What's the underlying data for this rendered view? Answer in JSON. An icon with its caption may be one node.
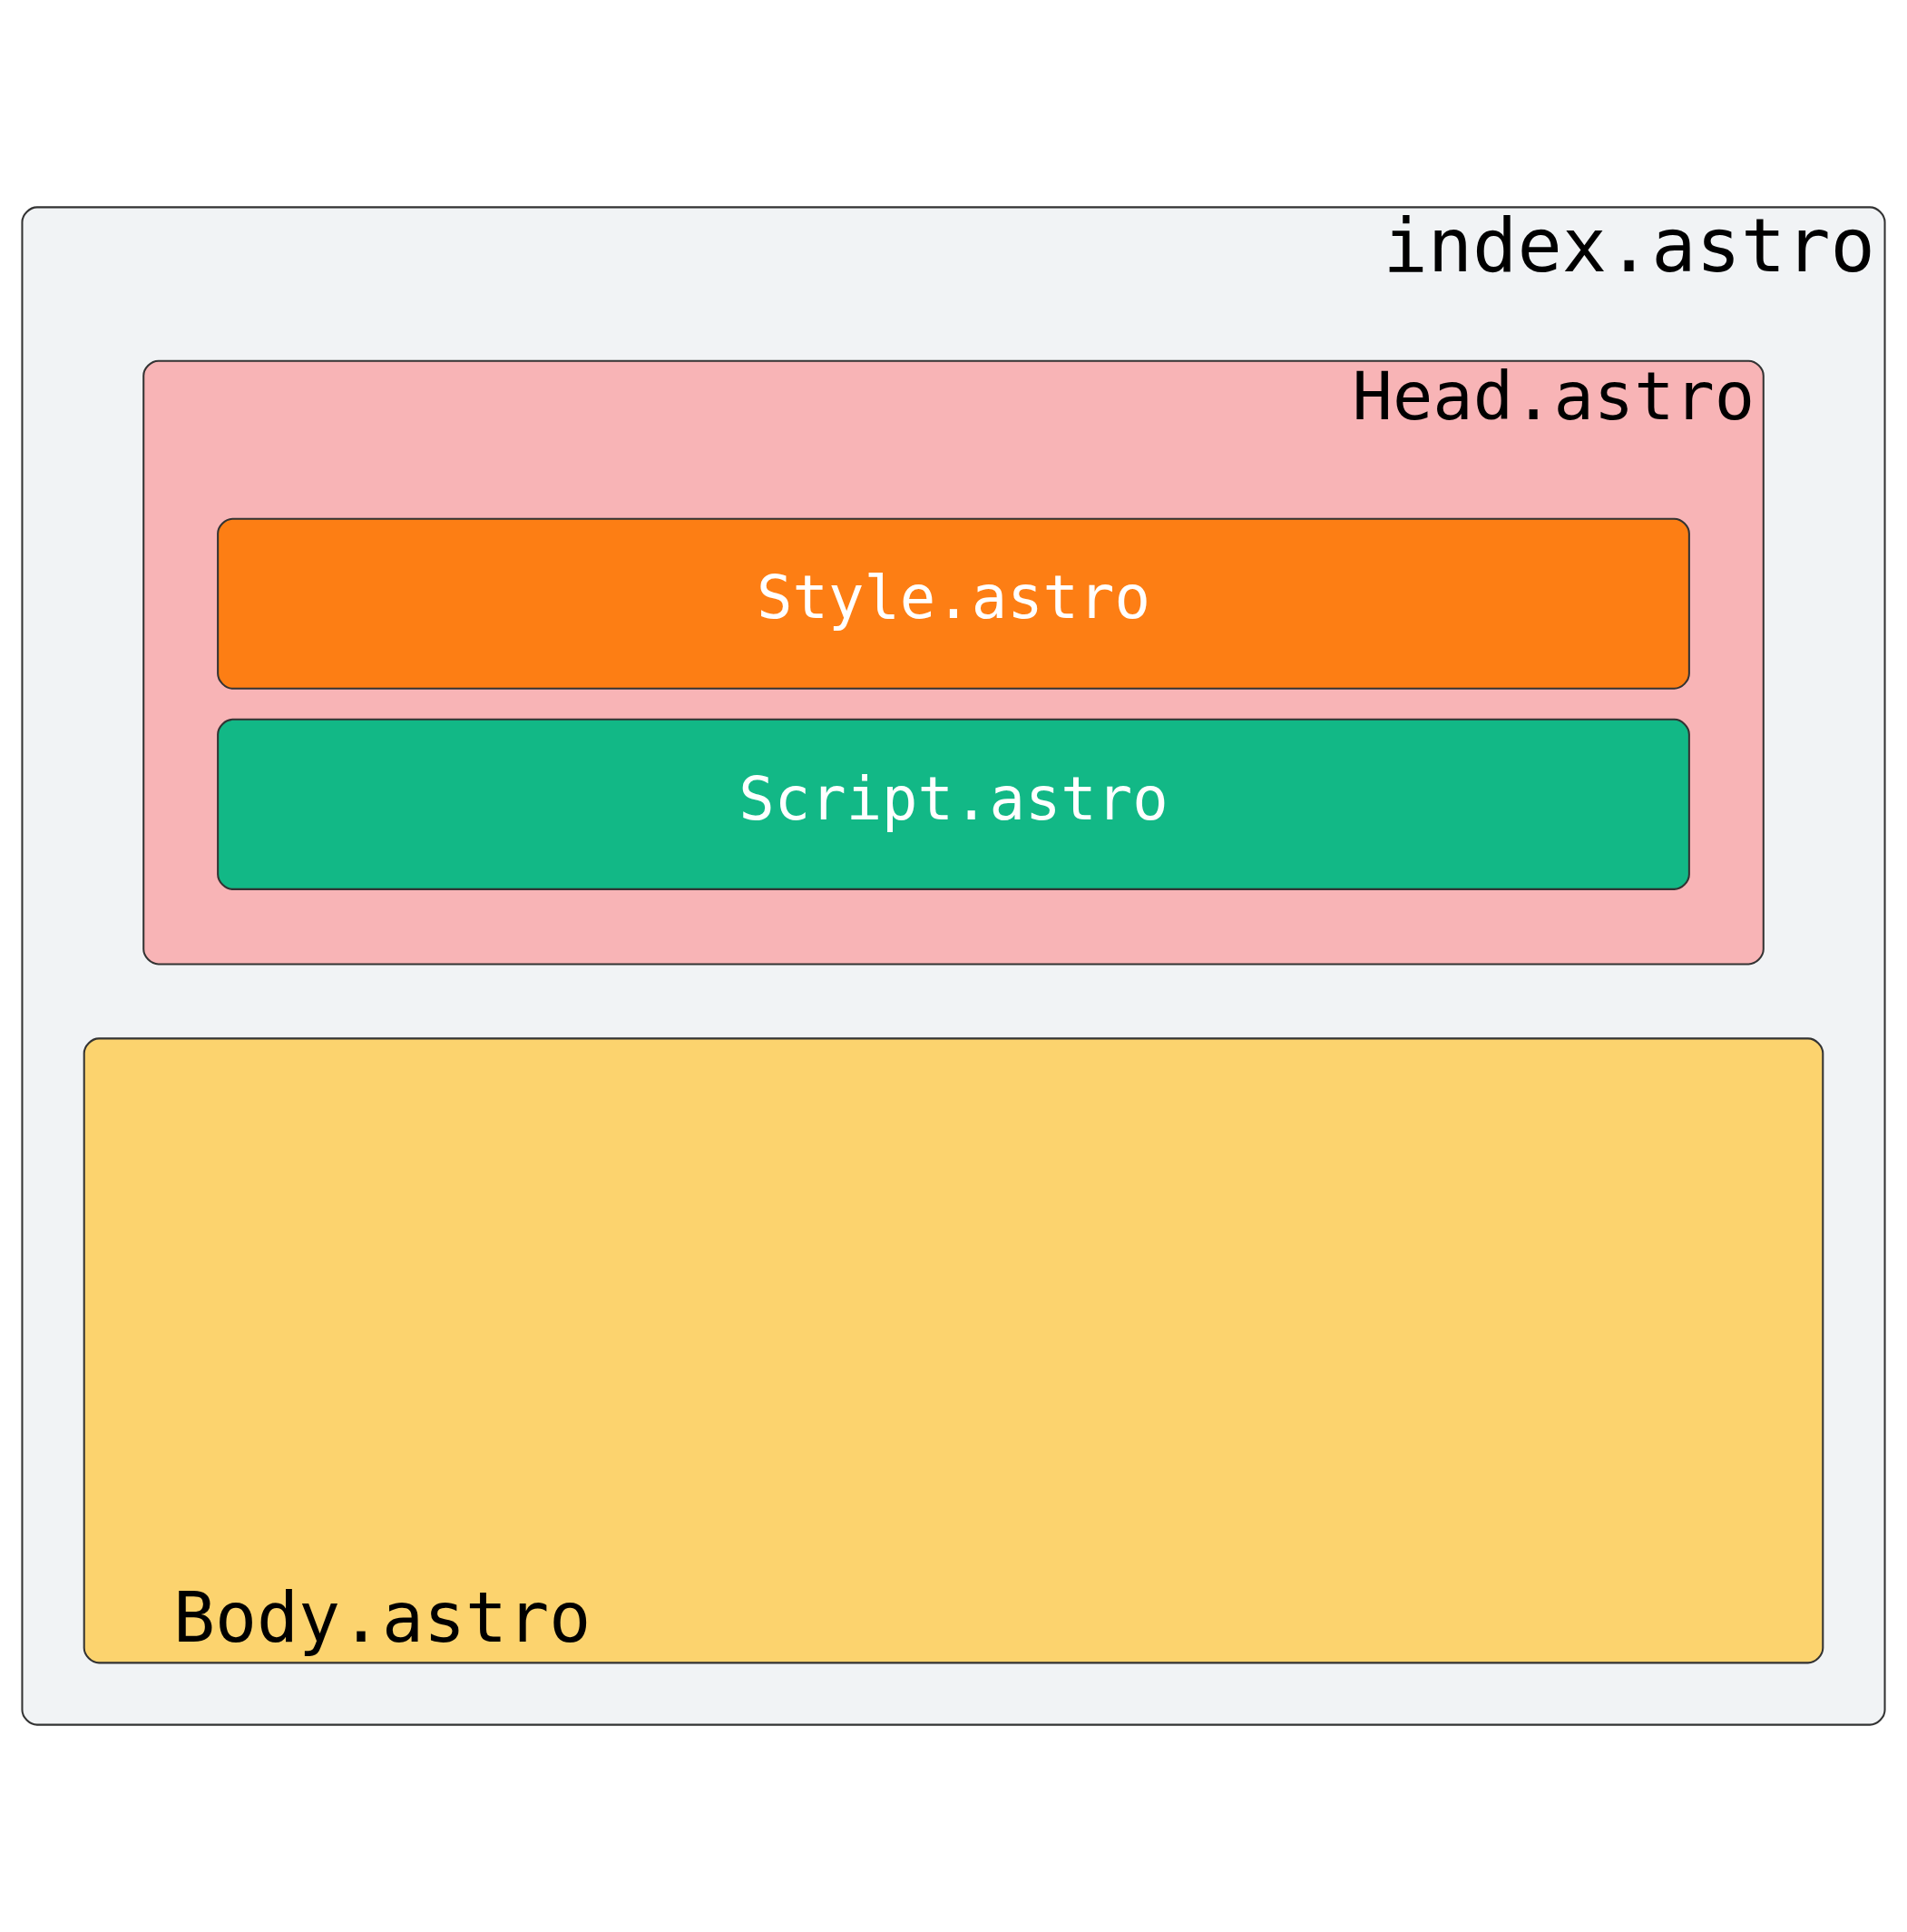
{
  "diagram": {
    "nodes": [
      {
        "text": [
          "index.astro"
        ]
      },
      {
        "text": [
          "Head.astro"
        ],
        "in": 0
      },
      {
        "text": [
          "Style.astro"
        ],
        "in": 1
      },
      {
        "text": [
          "Script.astro"
        ],
        "in": 1
      },
      {
        "text": [
          "Body.astro"
        ],
        "in": 0
      }
    ]
  }
}
